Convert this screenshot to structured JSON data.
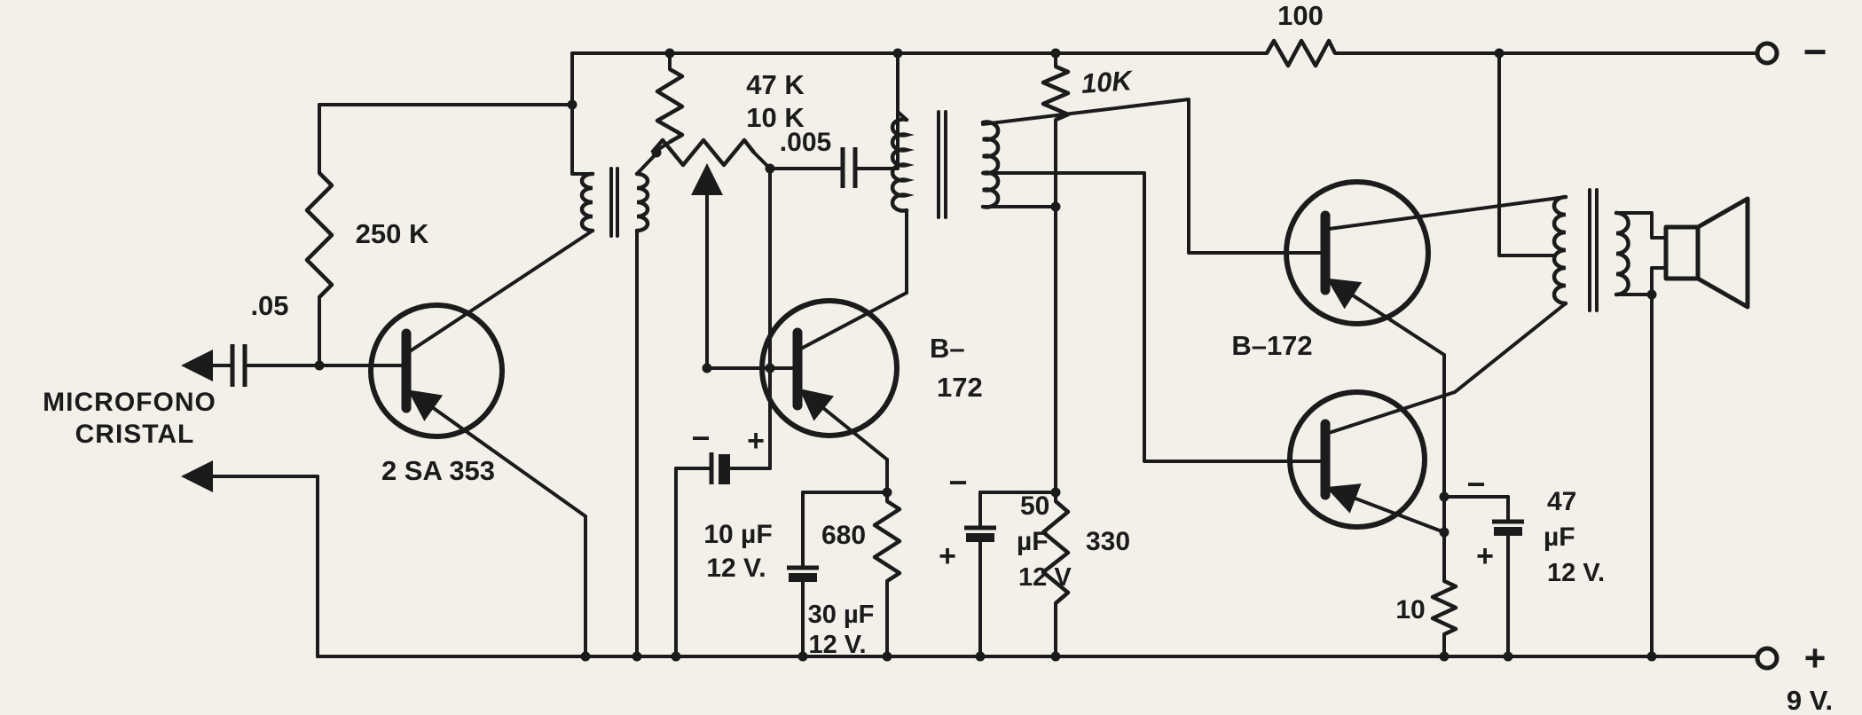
{
  "colors": {
    "paper": "#f2f0e9",
    "ink": "#1b1b1b"
  },
  "labels": {
    "mic_1": "MICROFONO",
    "mic_2": "CRISTAL",
    "c_in": ".05",
    "r_250k": "250 K",
    "q1": "2 SA 353",
    "r_47k": "47 K",
    "r_10k_pot": "10 K",
    "c_005": ".005",
    "r_10k": "10K",
    "r_100": "100",
    "q2_1": "B–",
    "q2_2": "172",
    "c_10uf_1": "10 µF",
    "c_10uf_2": "12 V.",
    "pol_c10_neg": "−",
    "pol_c10_pos": "+",
    "r_680": "680",
    "c_30uf_1": "30 µF",
    "c_30uf_2": "12 V.",
    "c_50uf_1": "50",
    "c_50uf_2": "µF",
    "c_50uf_3": "12 V",
    "pol_c50_neg": "−",
    "pol_c50_pos": "+",
    "r_330": "330",
    "q34": "B–172",
    "c_47uf_1": "47",
    "c_47uf_2": "µF",
    "c_47uf_3": "12 V.",
    "pol_c47_neg": "−",
    "pol_c47_pos": "+",
    "r_10": "10",
    "terminal_neg": "−",
    "terminal_pos": "+",
    "battery": "9 V."
  }
}
